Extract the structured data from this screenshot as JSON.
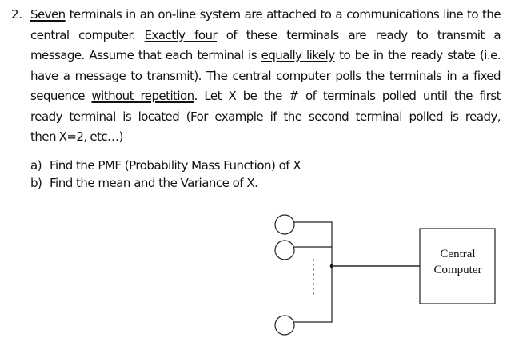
{
  "problem": {
    "number": "2.",
    "lines": [
      {
        "segments": [
          {
            "text": "Seven",
            "underline": true
          },
          {
            "text": " terminals in an on-line system are attached to a communications line to the",
            "underline": false
          }
        ]
      },
      {
        "segments": [
          {
            "text": "central computer. ",
            "underline": false
          },
          {
            "text": "Exactly four",
            "underline": true
          },
          {
            "text": " of these terminals are ready to transmit a",
            "underline": false
          }
        ]
      },
      {
        "segments": [
          {
            "text": "message. Assume that each terminal is ",
            "underline": false
          },
          {
            "text": "equally likely",
            "underline": true
          },
          {
            "text": " to be in the ready state (i.e.",
            "underline": false
          }
        ]
      },
      {
        "segments": [
          {
            "text": "have a message to transmit). The central computer polls the terminals in a fixed",
            "underline": false
          }
        ]
      },
      {
        "segments": [
          {
            "text": "sequence ",
            "underline": false
          },
          {
            "text": "without repetition",
            "underline": true
          },
          {
            "text": ". Let X be the # of terminals polled until the first",
            "underline": false
          }
        ]
      },
      {
        "segments": [
          {
            "text": "ready terminal is located (For example if the second terminal polled is ready,",
            "underline": false
          }
        ]
      },
      {
        "segments": [
          {
            "text": "then X=2, etc…)",
            "underline": false
          }
        ]
      }
    ],
    "subitems": [
      {
        "label": "a)",
        "text": "Find the PMF (Probability Mass Function) of X"
      },
      {
        "label": "b)",
        "text": "Find the mean and the Variance of X."
      }
    ]
  },
  "diagram": {
    "terminals_shown": 3,
    "ellipsis": "vertical-dashed",
    "box_label_line1": "Central",
    "box_label_line2": "Computer",
    "line_color": "#222222",
    "dash_color": "#888888"
  }
}
